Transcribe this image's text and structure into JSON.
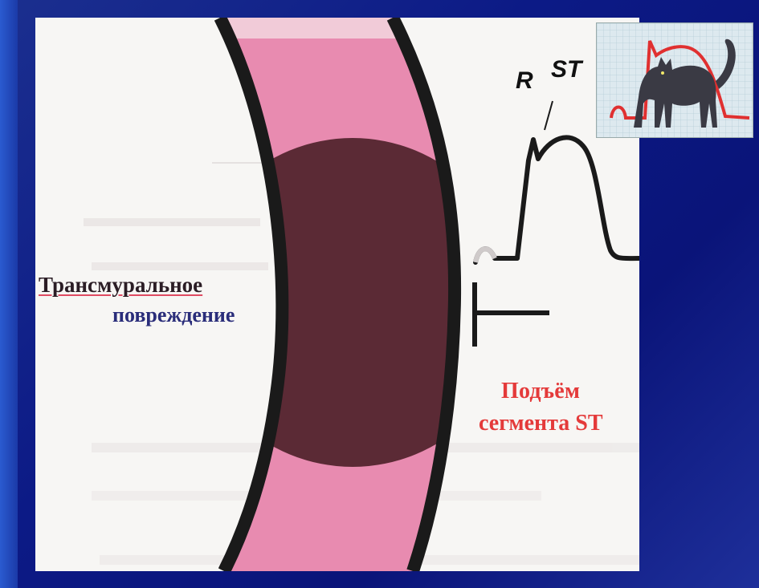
{
  "labels": {
    "transmural": "Трансмуральное",
    "damage": "повреждение",
    "st_rise_line1": "Подъём",
    "st_rise_line2": "сегмента ST",
    "ecg_r": "R",
    "ecg_st": "ST"
  },
  "colors": {
    "background": "#0c1a86",
    "tissue_pink": "#e88bb0",
    "tissue_damage": "#5b2a35",
    "wall_black": "#1a1a1a",
    "label_red": "#e43a3a",
    "label_navy": "#2a2d7a"
  },
  "icons": {
    "cat": "cat-arched-icon",
    "ecg": "ecg-trace-icon"
  }
}
